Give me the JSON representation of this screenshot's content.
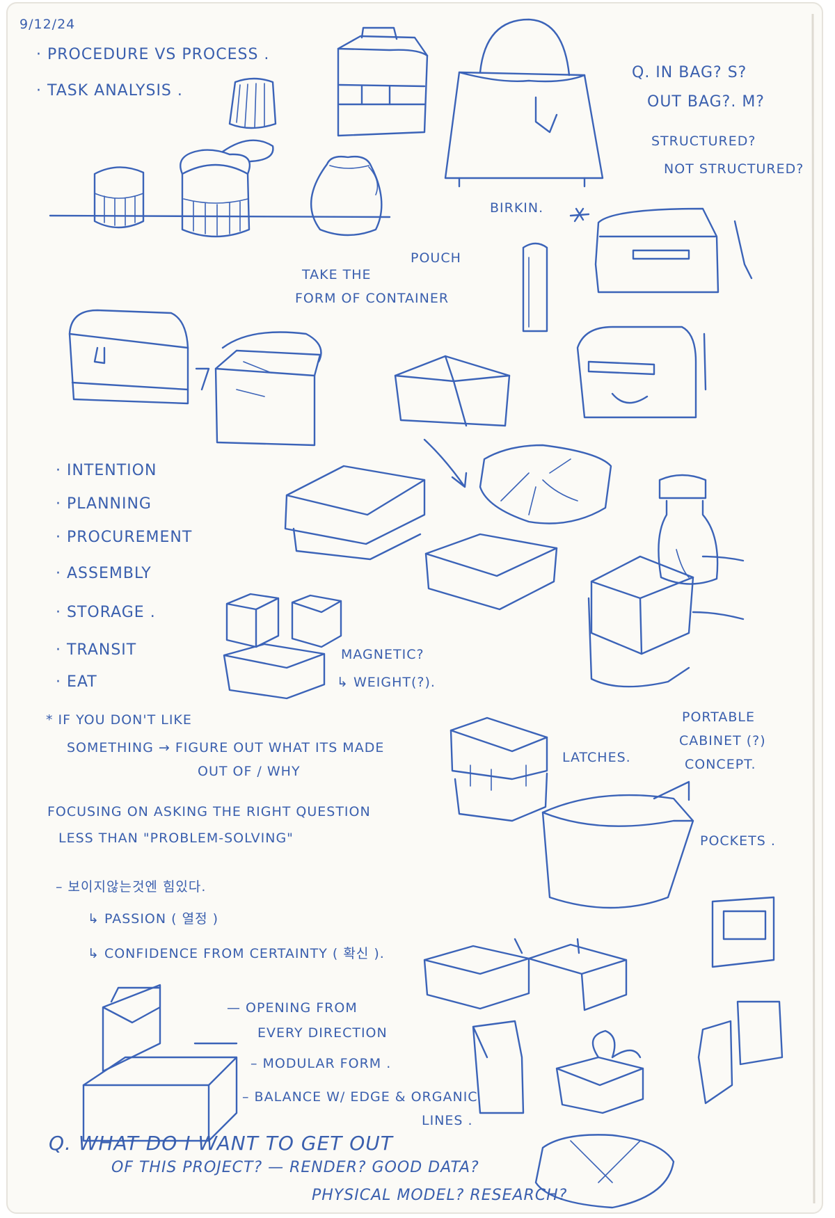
{
  "notes": {
    "date": "9/12/24",
    "procedure_vs_process": "· PROCEDURE VS PROCESS .",
    "task_analysis": "· TASK ANALYSIS .",
    "in_bag": "Q. IN BAG?   S?",
    "out_bag": "OUT BAG?. M?",
    "structured": "STRUCTURED?",
    "not_structured": "NOT STRUCTURED?",
    "birkin": "BIRKIN.",
    "pouch": "POUCH",
    "take_form_1": "TAKE THE",
    "take_form_2": "FORM OF CONTAINER",
    "list": [
      "· INTENTION",
      "· PLANNING",
      "· PROCUREMENT",
      "· ASSEMBLY",
      "· STORAGE .",
      "· TRANSIT",
      "· EAT"
    ],
    "magnetic": "MAGNETIC?",
    "weight": "↳ WEIGHT(?).",
    "if_you_dont_like": "* IF YOU DON'T LIKE",
    "something": "SOMETHING → FIGURE OUT WHAT ITS MADE",
    "out_of_why": "OUT OF / WHY",
    "latches": "LATCHES.",
    "portable_1": "PORTABLE",
    "portable_2": "CABINET (?)",
    "portable_3": "CONCEPT.",
    "focusing_1": "FOCUSING ON ASKING THE RIGHT QUESTION",
    "focusing_2": "LESS THAN \"PROBLEM-SOLVING\"",
    "pockets": "POCKETS .",
    "korean": "– 보이지않는것엔 힘있다.",
    "passion": "↳ PASSION ( 열정 )",
    "confidence": "↳ CONFIDENCE FROM CERTAINTY ( 확신 ).",
    "opening_1": "— OPENING FROM",
    "opening_2": "EVERY DIRECTION",
    "modular": "– MODULAR FORM .",
    "balance_1": "– BALANCE W/ EDGE & ORGANIC",
    "balance_2": "LINES .",
    "q_final_1": "Q. WHAT DO I WANT TO GET OUT",
    "q_final_2": "OF THIS PROJECT? — RENDER? GOOD DATA?",
    "q_final_3": "PHYSICAL MODEL? RESEARCH?"
  },
  "colors": {
    "ink": "#3b63b8",
    "paper": "#fbfaf6"
  }
}
